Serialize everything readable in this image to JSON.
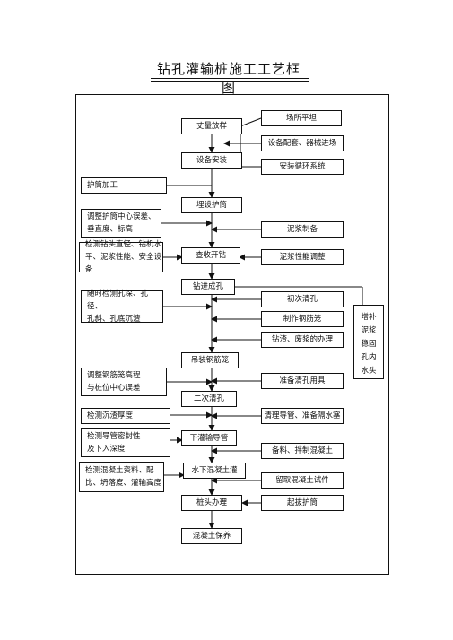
{
  "title": "钻孔灌输桩施工工艺框图",
  "main_steps": {
    "survey": "丈量放样",
    "equipment_install": "设备安装",
    "casing_bury": "埋设护筒",
    "inspect_drill": "查收开钻",
    "drilling": "钻进成孔",
    "lift_cage": "吊装钢筋笼",
    "second_clean": "二次清孔",
    "lower_pipe": "下灌输导管",
    "pour_concrete": "水下混凝土灌",
    "pile_head": "桩头办理",
    "curing": "混凝土保养"
  },
  "right_items": {
    "site_level": "场所平坦",
    "equip_entry": "设备配套、器械进场",
    "circulation": "安装循环系统",
    "mud_make": "泥浆制备",
    "mud_adjust": "泥浆性能调整",
    "first_clean": "初次清孔",
    "cage_make": "制作钢筋笼",
    "slag_handle": "钻渣、废浆的办理",
    "clean_tools": "准备清孔用具",
    "pipe_plug": "清理导管、准备隔水塞",
    "mix_concrete": "备料、拌制混凝土",
    "samples": "留取混凝土试件",
    "pull_casing": "起拔护筒"
  },
  "side_note": "增补\n泥浆\n稳固\n孔内\n水头",
  "left_items": {
    "casing_make": "护筒加工",
    "casing_adjust": "调整护筒中心误差、\n垂直度、标高",
    "check_bit": "检测钻头直径、钻机水\n平、泥浆性能、安全设备",
    "check_hole": "随时检测孔深、孔径、\n孔斜、孔底沉渣",
    "cage_adjust": "调整钢筋笼高程\n与桩位中心误差",
    "sediment": "检测沉渣厚度",
    "pipe_seal": "检测导管密封性\n及下入深度",
    "concrete_check": "检测混凝土资料、配\n比、坍落度、灌输高度"
  }
}
